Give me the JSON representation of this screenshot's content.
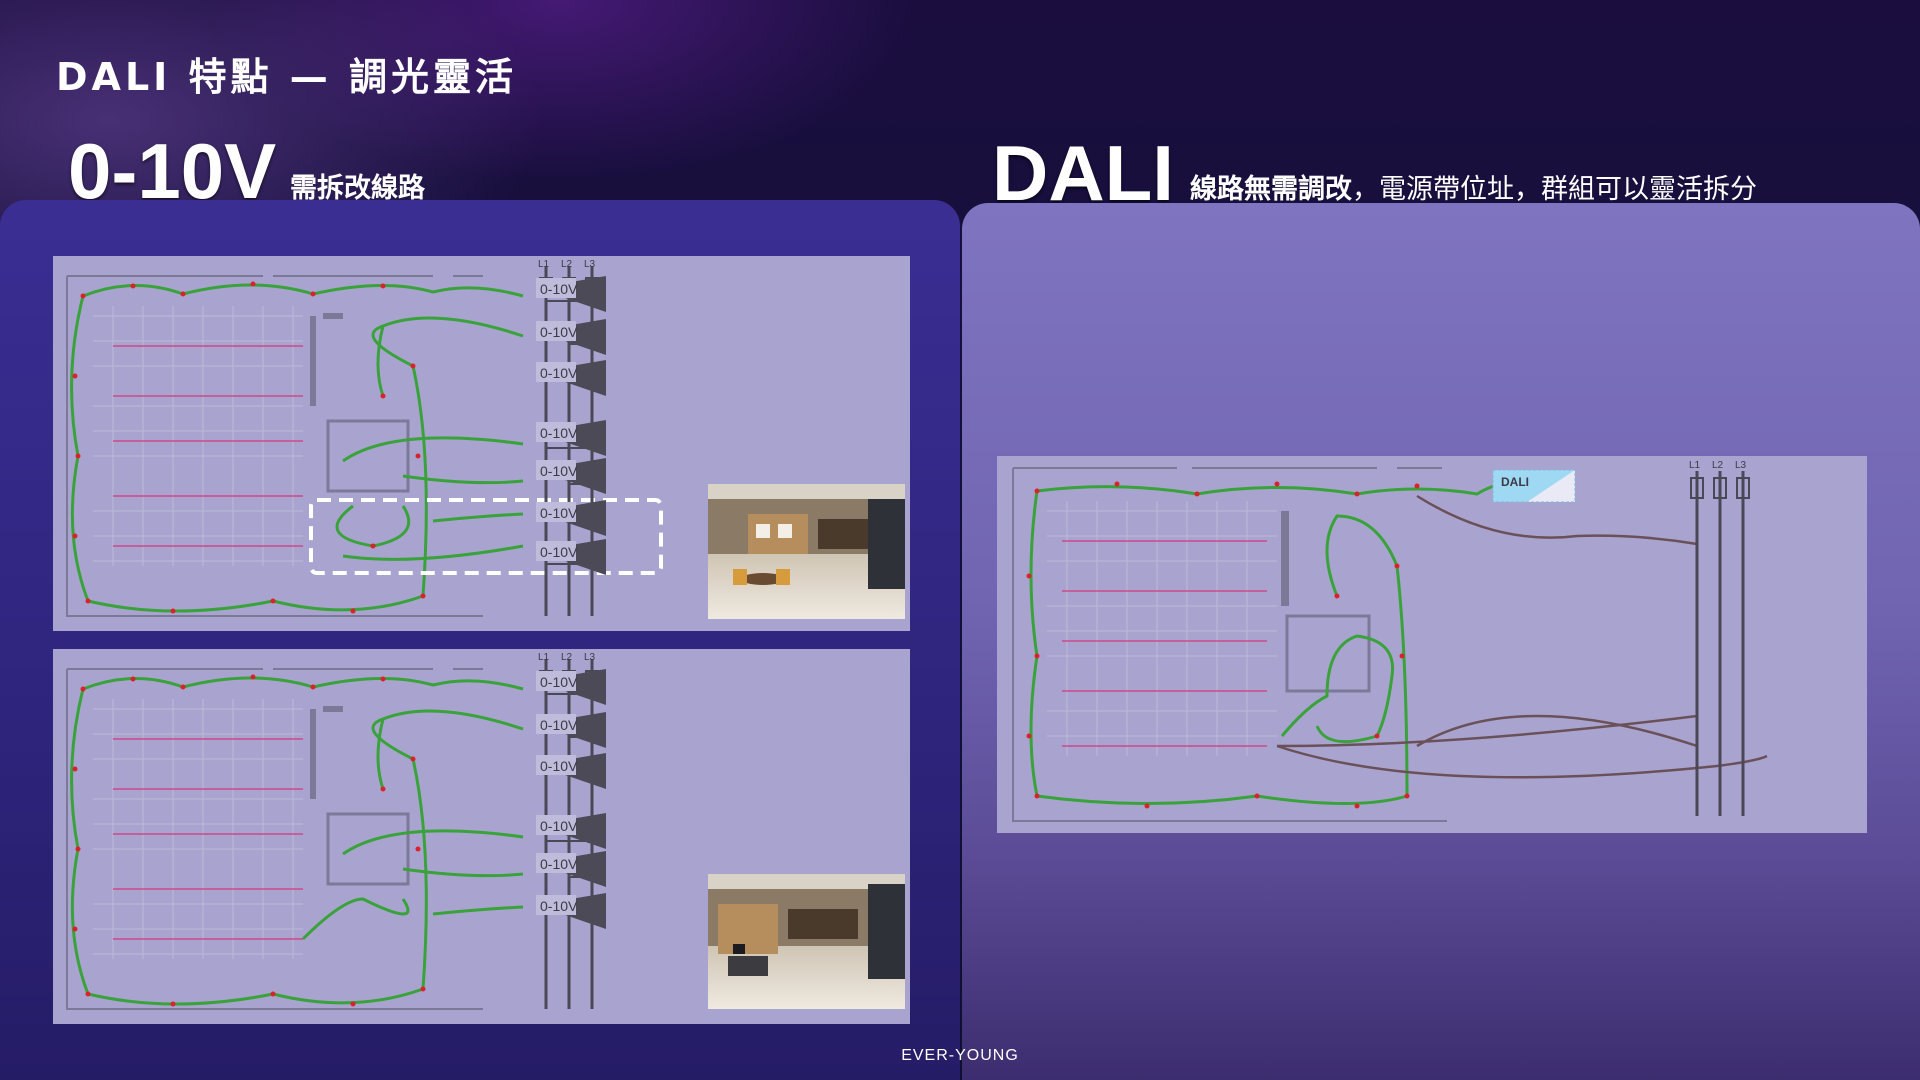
{
  "slide": {
    "title": "DALI 特點 — 調光靈活",
    "footer_brand": "EVER-YOUNG"
  },
  "left": {
    "heading": "0-10V",
    "subheading": "需拆改線路",
    "top_plan_dimmer_labels": [
      "0-10V",
      "0-10V",
      "0-10V",
      "0-10V",
      "0-10V",
      "0-10V",
      "0-10V"
    ],
    "bottom_plan_dimmer_labels": [
      "0-10V",
      "0-10V",
      "0-10V",
      "0-10V",
      "0-10V",
      "0-10V"
    ],
    "phase_labels": [
      "L1",
      "L2",
      "L3"
    ]
  },
  "right": {
    "heading": "DALI",
    "subheading_bold": "線路無需調改",
    "subheading_rest": "，電源帶位址，群組可以靈活拆分",
    "controller_label": "DALI",
    "phase_labels": [
      "L1",
      "L2",
      "L3"
    ]
  },
  "colors": {
    "lighting_loop": "#3aa23a",
    "lighting_node": "#d8232a",
    "dali_bus": "#6a5058",
    "plan_background": "#a9a4cf"
  }
}
